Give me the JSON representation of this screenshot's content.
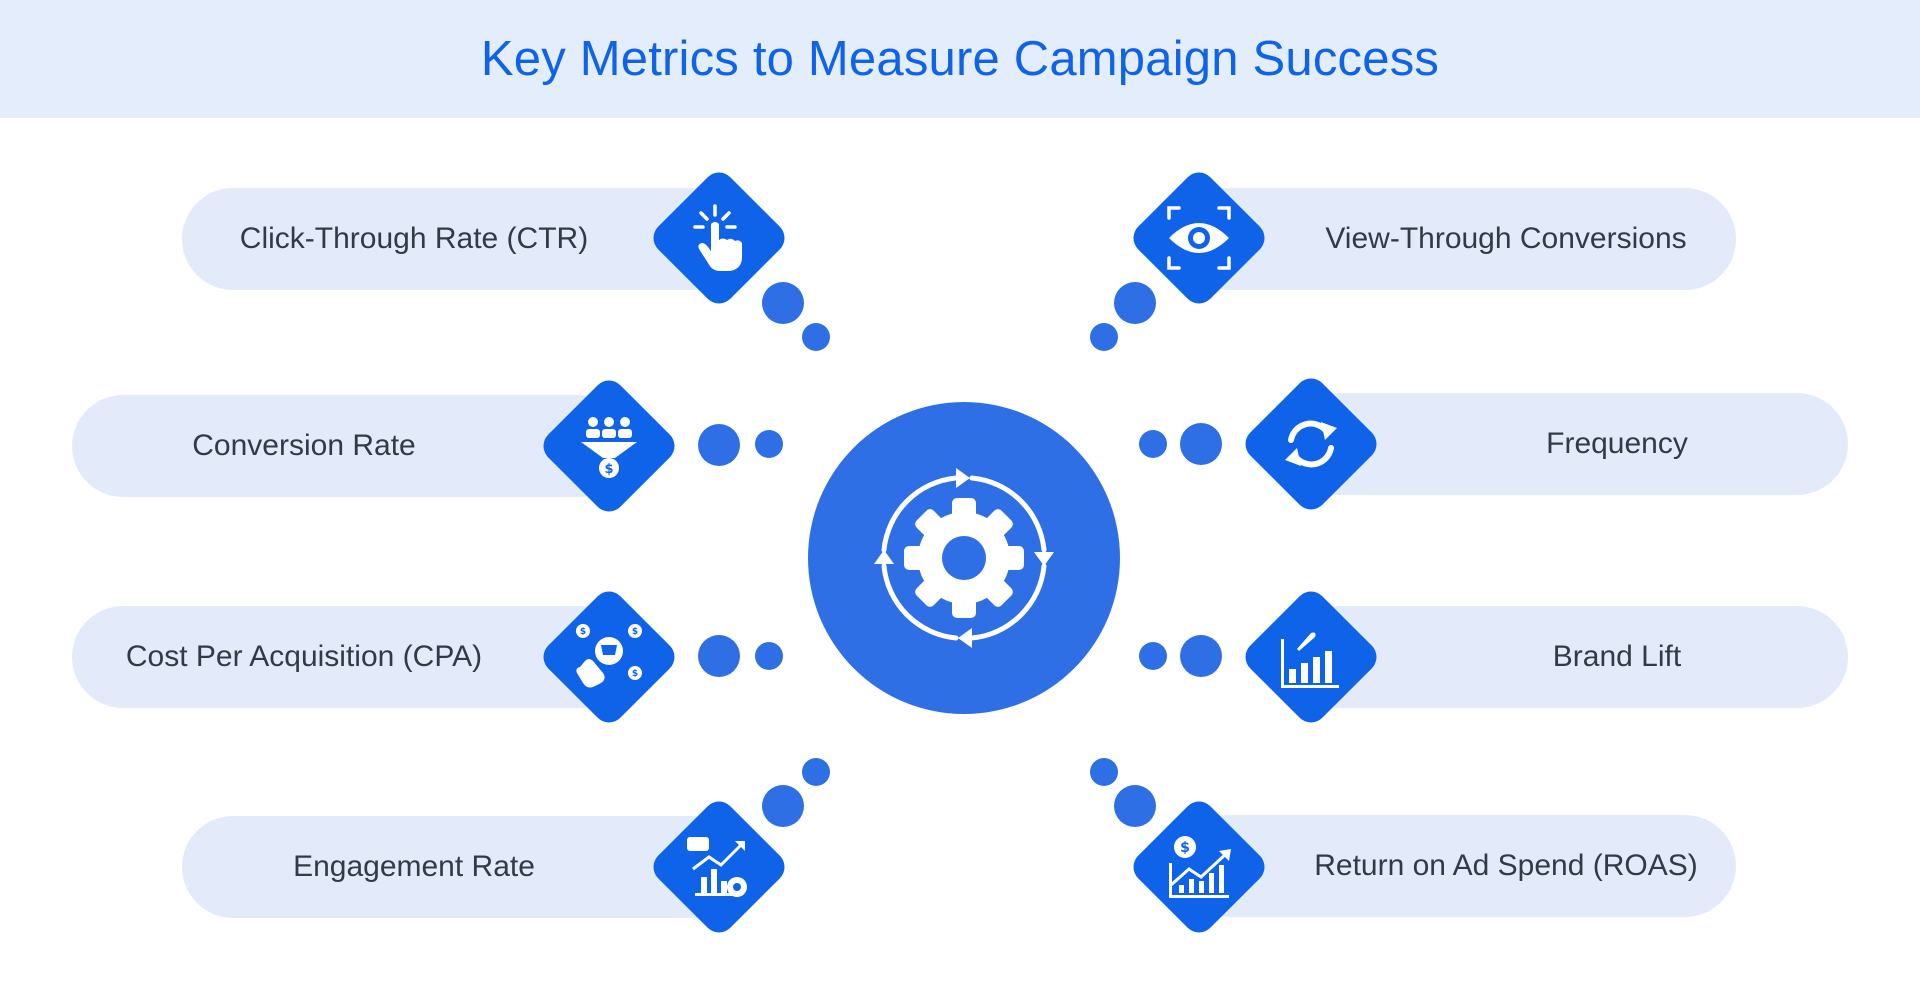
{
  "title": "Key Metrics to Measure Campaign Success",
  "colors": {
    "accent": "#0f63e8",
    "hub": "#2f6fe6",
    "pill": "#e3ebfb",
    "header_bg": "#e3edfc",
    "text": "#333a45"
  },
  "hub": {
    "icon": "gear-cycle-icon"
  },
  "metrics": [
    {
      "label": "Click-Through Rate (CTR)",
      "icon": "pointer-click-icon"
    },
    {
      "label": "Conversion Rate",
      "icon": "funnel-icon"
    },
    {
      "label": "Cost Per Acquisition (CPA)",
      "icon": "cart-cost-icon"
    },
    {
      "label": "Engagement Rate",
      "icon": "engagement-chart-icon"
    },
    {
      "label": "View-Through Conversions",
      "icon": "eye-icon"
    },
    {
      "label": "Frequency",
      "icon": "refresh-icon"
    },
    {
      "label": "Brand Lift",
      "icon": "rocket-chart-icon"
    },
    {
      "label": "Return on Ad Spend (ROAS)",
      "icon": "roas-chart-icon"
    }
  ]
}
